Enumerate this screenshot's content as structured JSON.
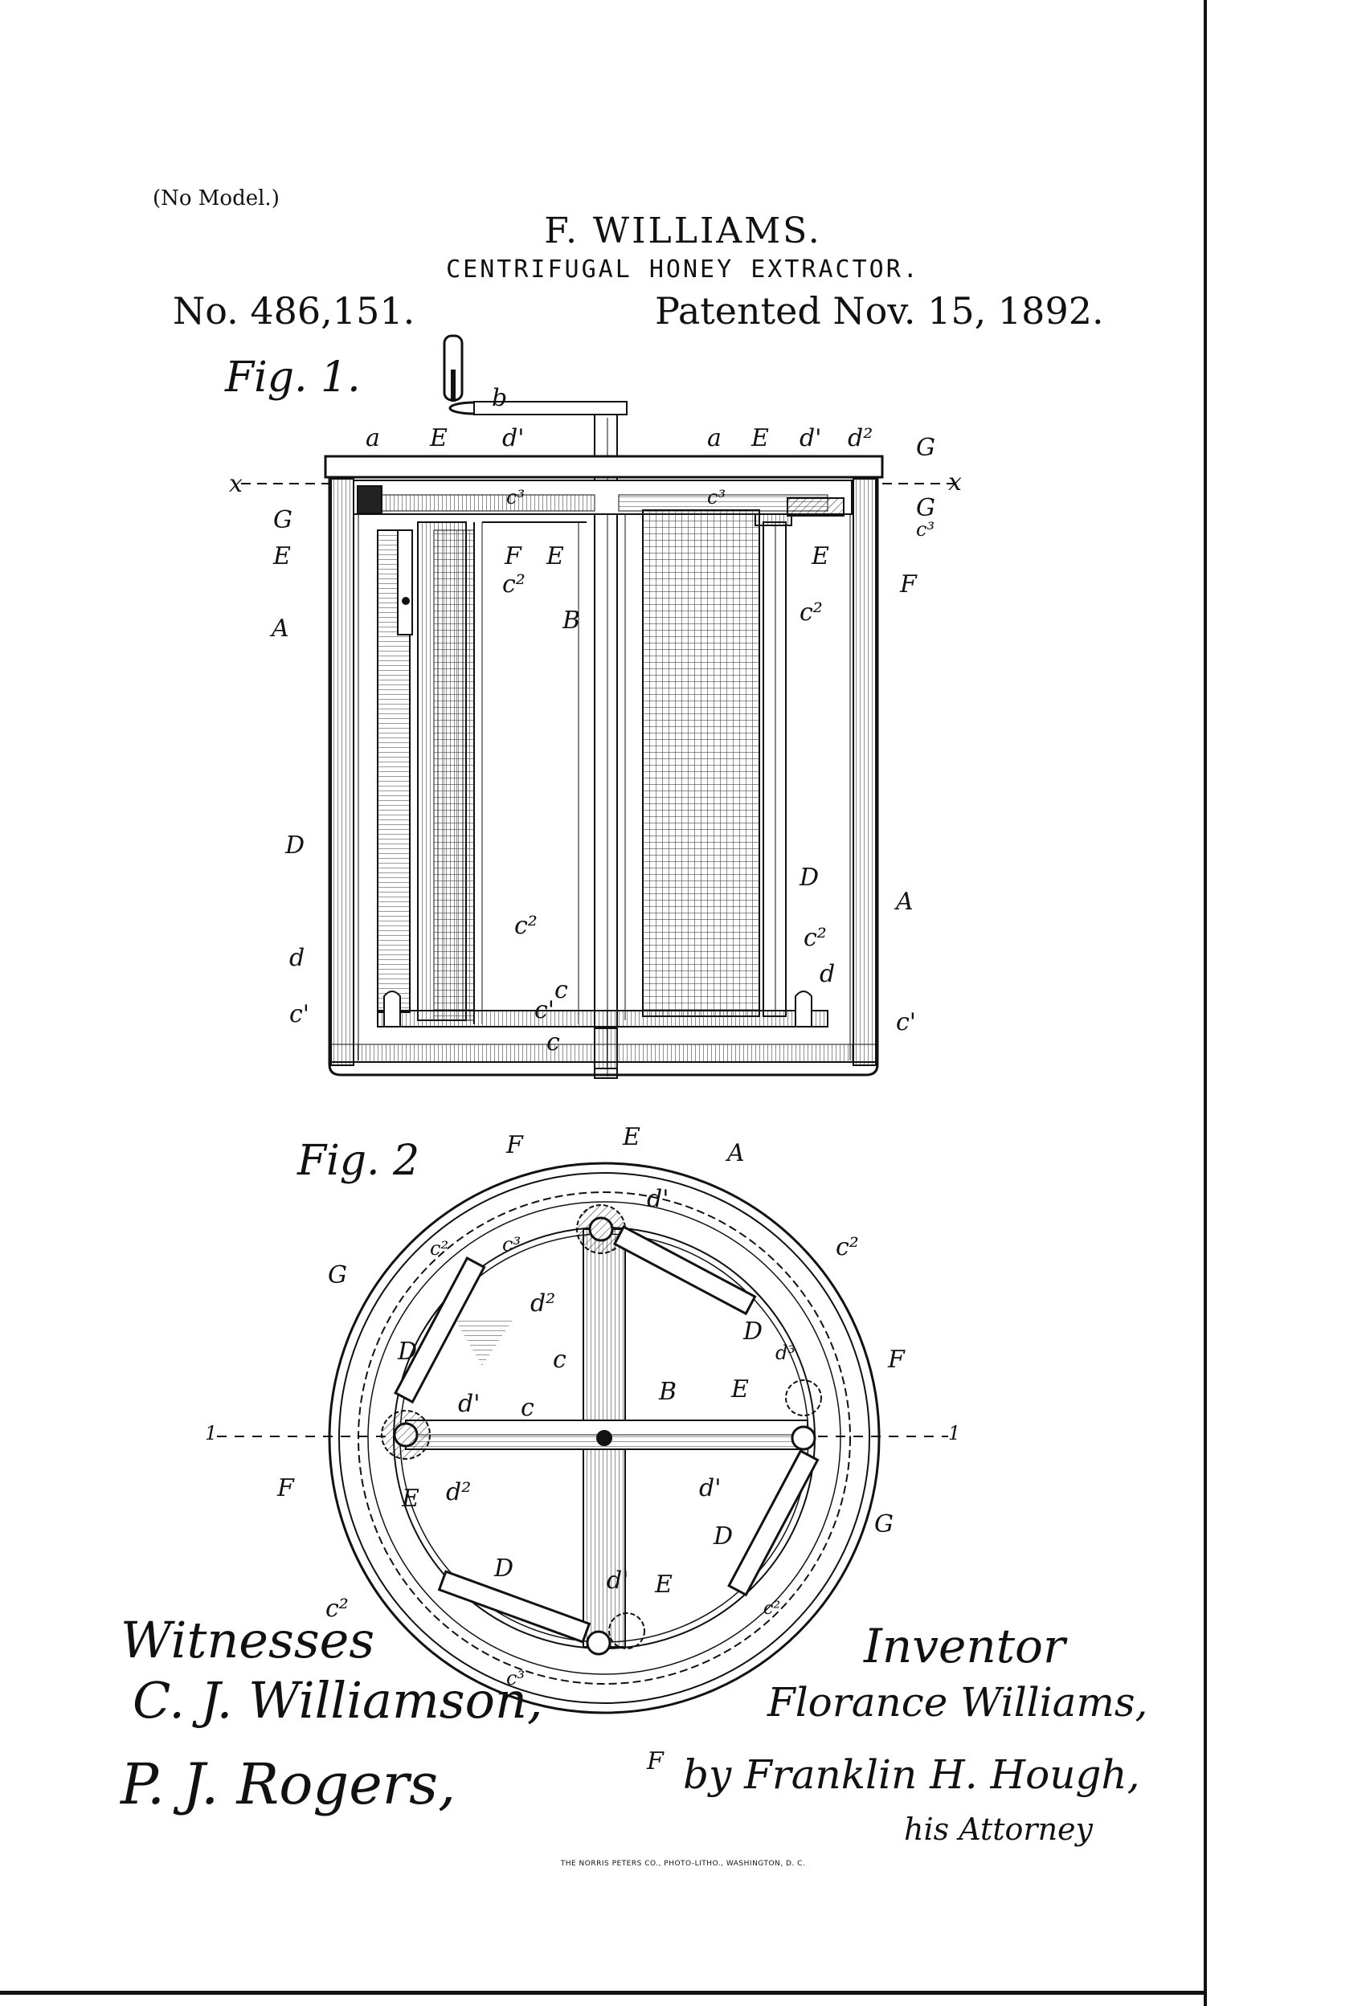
{
  "header": {
    "no_model": "(No Model.)",
    "inventor": "F. WILLIAMS.",
    "title": "CENTRIFUGAL HONEY EXTRACTOR.",
    "patent_number": "No. 486,151.",
    "patent_date": "Patented Nov. 15, 1892."
  },
  "figures": {
    "fig1": {
      "caption": "Fig. 1.",
      "labels": {
        "b": "b",
        "a_left": "a",
        "E_top_left": "E",
        "d1_top_left": "d'",
        "a_right": "a",
        "E_top_right": "E",
        "d1_top_right": "d'",
        "d2_top_right": "d²",
        "G_top_right": "G",
        "x_left": "x",
        "x_right": "x",
        "c3_left": "c³",
        "c3_right": "c³",
        "G_left": "G",
        "E_left": "E",
        "F_mid": "F",
        "E_mid": "E",
        "c2_upper_left": "c²",
        "G_right": "G",
        "c3_far_right": "c³",
        "E_right": "E",
        "F_right": "F",
        "A_left": "A",
        "B": "B",
        "c2_upper_right": "c²",
        "D_left": "D",
        "D_right": "D",
        "A_right": "A",
        "c2_lower_left": "c²",
        "c2_lower_right": "c²",
        "d_left": "d",
        "d_right": "d",
        "c1_left": "c'",
        "c1_mid": "c'",
        "c1_right": "c'",
        "c_mid": "c",
        "c_bottom": "c"
      }
    },
    "fig2": {
      "caption": "Fig. 2",
      "labels": {
        "F_top": "F",
        "E_top": "E",
        "A": "A",
        "d1_top": "d'",
        "c2_top_left": "c²",
        "c3_top": "c³",
        "c2_top_right": "c²",
        "G_left": "G",
        "d2_top": "d²",
        "D_upper_right": "D",
        "D_upper_left": "D",
        "c_mid": "c",
        "d3": "d³",
        "E_right": "E",
        "F_right": "F",
        "B": "B",
        "c1": "c",
        "d1_left": "d'",
        "axis_left": "1",
        "axis_right": "1",
        "G_right": "G",
        "d1_right": "d'",
        "F_left": "F",
        "E_left": "E",
        "d2_left": "d²",
        "D_lower_right": "D",
        "D_lower_left": "D",
        "d1_bottom": "d'",
        "E_bottom": "E",
        "c2_bottom_left": "c²",
        "c2_bottom_right": "c²",
        "c3_bottom": "c³",
        "F_bottom": "F"
      }
    }
  },
  "signatures": {
    "witnesses_heading": "Witnesses",
    "witness_1": "C. J. Williamson,",
    "witness_2": "P. J. Rogers,",
    "inventor_heading": "Inventor",
    "inventor_signature": "Florance Williams,",
    "attorney_signature": "by Franklin H. Hough,",
    "attorney_title": "his Attorney"
  },
  "printer_credit": "THE NORRIS PETERS CO., PHOTO-LITHO., WASHINGTON, D. C."
}
